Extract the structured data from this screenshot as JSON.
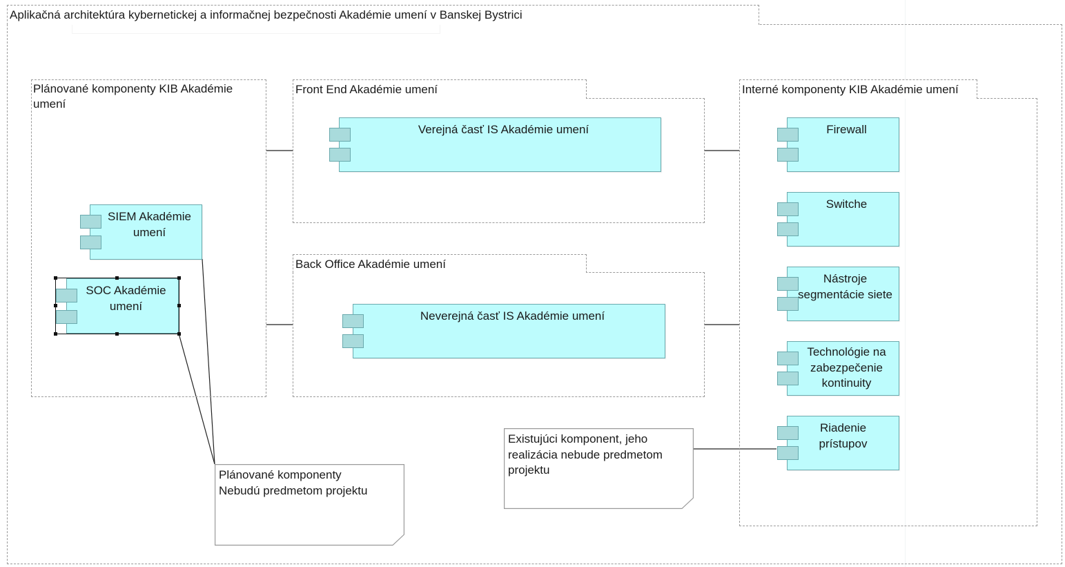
{
  "title": "Aplikačná architektúra kybernetickej a informačnej bezpečnosti Akadémie umení v Banskej Bystrici",
  "groups": {
    "planned": "Plánované komponenty KIB Akadémie umení",
    "front_end": "Front End Akadémie umení",
    "back_office": "Back Office Akadémie umení",
    "internal": "Interné komponenty KIB Akadémie umení"
  },
  "components": {
    "siem": "SIEM Akadémie umení",
    "soc": "SOC Akadémie umení",
    "public_is": "Verejná časť IS Akadémie umení",
    "private_is": "Neverejná časť IS Akadémie umení",
    "firewall": "Firewall",
    "switche": "Switche",
    "segmentation": "Nástroje segmentácie siete",
    "continuity": "Technológie na zabezpečenie kontinuity",
    "access": "Riadenie prístupov"
  },
  "notes": {
    "planned_note_line1": "Plánované komponenty",
    "planned_note_line2": "Nebudú predmetom projektu",
    "existing_note": "Existujúci komponent, jeho realizácia nebude predmetom projektu"
  },
  "colors": {
    "component_fill": "#bdfcfd",
    "component_border": "#6aa9ad",
    "port_fill": "#a9dbdc",
    "frame_dash": "#9a9a9a"
  }
}
